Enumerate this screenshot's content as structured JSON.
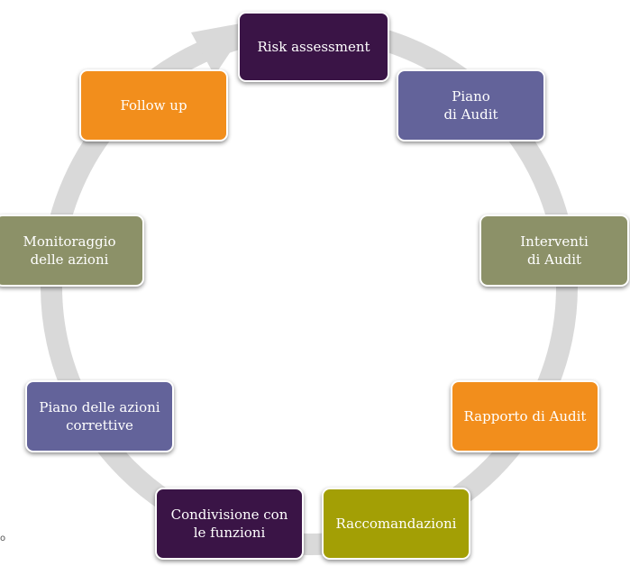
{
  "colors": {
    "ring": "#d9d9d9",
    "dark_purple": "#3a1446",
    "slate_blue": "#63639a",
    "olive_gray": "#8c9168",
    "orange": "#f28e1c",
    "olive_green": "#a39f05"
  },
  "steps": [
    {
      "id": "risk-assessment",
      "label": "Risk assessment",
      "color": "#3a1446"
    },
    {
      "id": "piano-di-audit",
      "line1": "Piano",
      "line2": "di Audit",
      "color": "#63639a"
    },
    {
      "id": "interventi-di-audit",
      "line1": "Interventi",
      "line2": "di Audit",
      "color": "#8c9168"
    },
    {
      "id": "rapporto-di-audit",
      "label": "Rapporto di Audit",
      "color": "#f28e1c"
    },
    {
      "id": "raccomandazioni",
      "label": "Raccomandazioni",
      "color": "#a39f05"
    },
    {
      "id": "condivisione",
      "line1": "Condivisione con",
      "line2": "le funzioni",
      "color": "#3a1446"
    },
    {
      "id": "piano-azioni-correttive",
      "line1": "Piano delle azioni",
      "line2": "correttive",
      "color": "#63639a"
    },
    {
      "id": "monitoraggio",
      "line1": "Monitoraggio",
      "line2": "delle azioni",
      "color": "#8c9168"
    },
    {
      "id": "follow-up",
      "label": "Follow up",
      "color": "#f28e1c"
    }
  ],
  "edge_fragment": "o"
}
